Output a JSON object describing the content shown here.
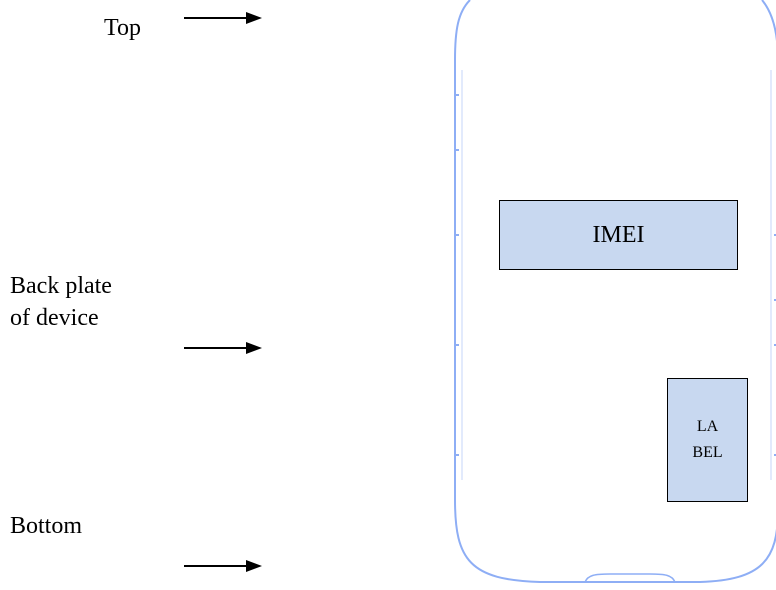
{
  "captions": {
    "top": "Top",
    "back_line1": "Back plate",
    "back_line2": "of device",
    "bottom": "Bottom"
  },
  "stickers": {
    "imei": "IMEI",
    "label_line1": "LA",
    "label_line2": "BEL"
  },
  "colors": {
    "outline": "#8eaef5",
    "sticker_fill": "#c8d8f0",
    "sticker_border": "#000000",
    "text": "#000000",
    "arrow": "#000000"
  }
}
